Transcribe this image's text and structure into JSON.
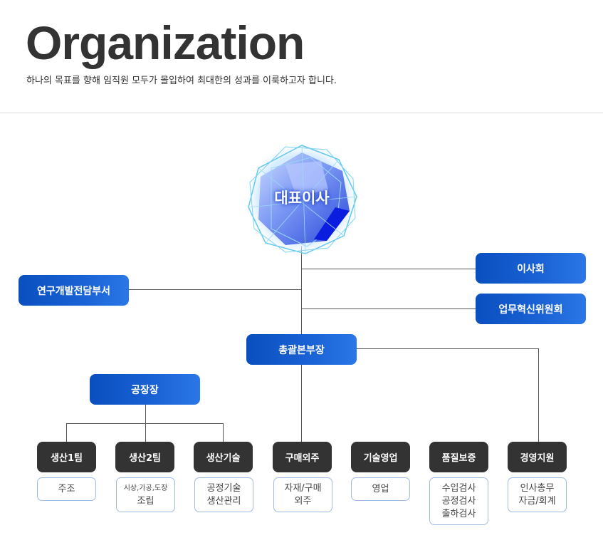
{
  "header": {
    "title": "Organization",
    "subtitle": "하나의 목표를 향해 임직원 모두가 몰입하여 최대한의 성과를 이룩하고자 합니다."
  },
  "colors": {
    "primary_blue": "#0a4fbf",
    "dark_box": "#333333",
    "sub_border": "#9fbbe8"
  },
  "org": {
    "ceo": "대표이사",
    "board": "이사회",
    "innovation": "업무혁신위원회",
    "rnd": "연구개발전담부서",
    "general": "총괄본부장",
    "factory": "공장장",
    "teams": [
      {
        "name": "생산1팀",
        "sub": [
          "주조"
        ]
      },
      {
        "name": "생산2팀",
        "sub_small": "시상,가공,도장",
        "sub": [
          "조립"
        ]
      },
      {
        "name": "생산기술",
        "sub": [
          "공정기술",
          "생산관리"
        ]
      },
      {
        "name": "구매외주",
        "sub": [
          "자재/구매",
          "외주"
        ]
      },
      {
        "name": "기술영업",
        "sub": [
          "영업"
        ]
      },
      {
        "name": "품질보증",
        "sub": [
          "수입검사",
          "공정검사",
          "출하검사"
        ]
      },
      {
        "name": "경영지원",
        "sub": [
          "인사총무",
          "자금/회계"
        ]
      }
    ]
  }
}
